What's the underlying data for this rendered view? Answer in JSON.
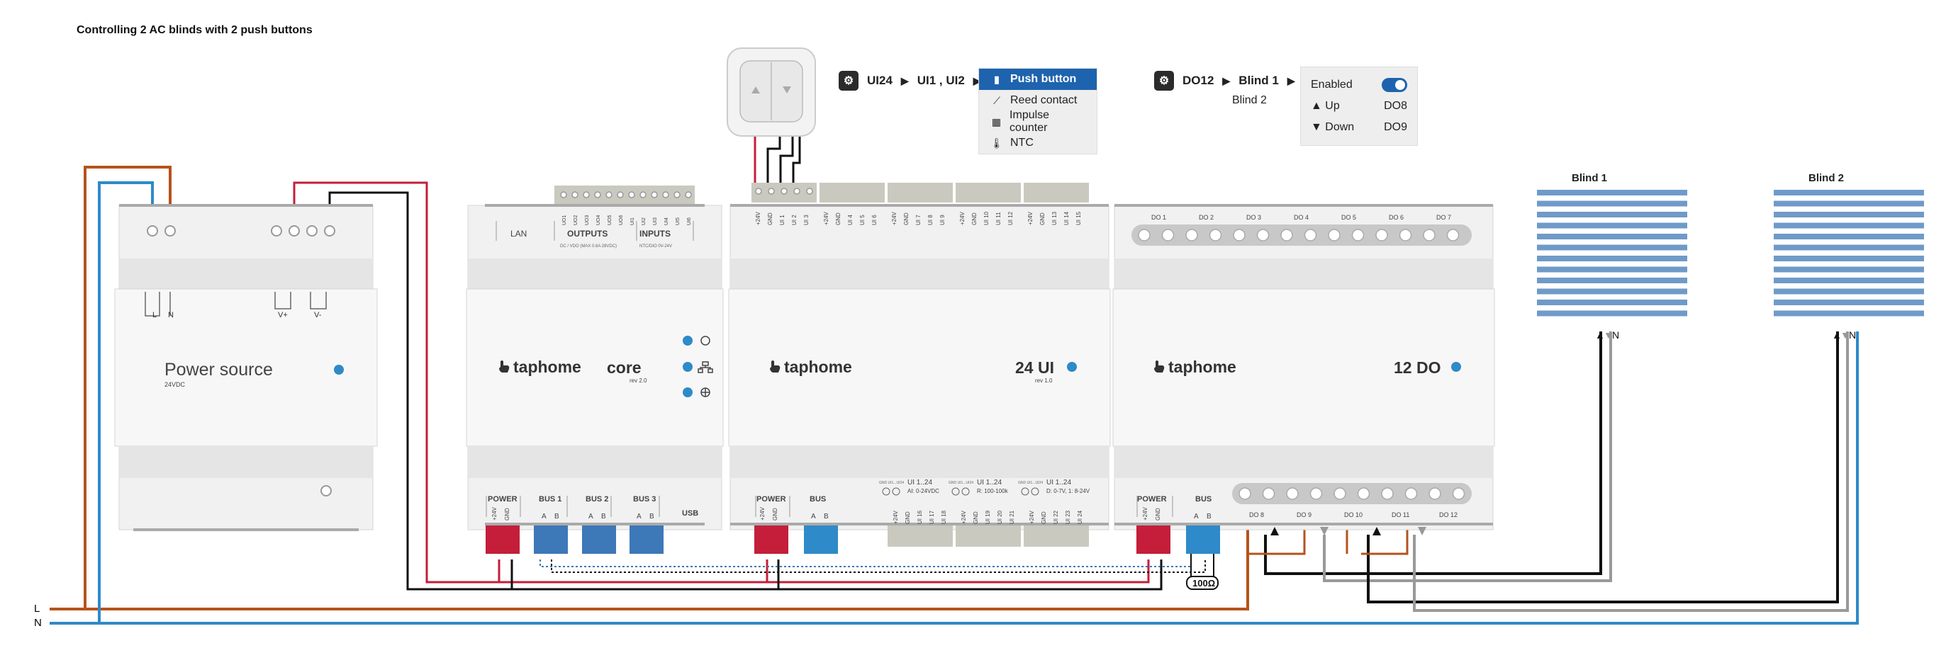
{
  "title": "Controlling 2 AC blinds with 2 push buttons",
  "power_source": {
    "name": "Power source",
    "sub": "24VDC",
    "terminals": [
      "L",
      "N",
      "V+",
      "V-"
    ]
  },
  "core": {
    "brand": "taphome",
    "model": "core",
    "rev": "rev 2.0",
    "top_labels": [
      "LAN",
      "OUTPUTS",
      "INPUTS"
    ],
    "top_sub": [
      "DC / VDO (MAX 0.6A 28VDC)",
      "NTC/DIO 0V-24V"
    ],
    "pins": [
      "UO1",
      "UO2",
      "UO3",
      "UO4",
      "UO5",
      "UO6",
      "UI1",
      "UI2",
      "UI3",
      "UI4",
      "UI5",
      "UI6"
    ],
    "bottom_labels": [
      "POWER",
      "BUS 1",
      "BUS 2",
      "BUS 3",
      "USB"
    ],
    "power_pins": [
      "+24V",
      "GND"
    ],
    "bus_pins": [
      "A",
      "B"
    ]
  },
  "ui24": {
    "brand": "taphome",
    "model": "24 UI",
    "rev": "rev 1.0",
    "top_groups": [
      [
        "+24V",
        "GND",
        "UI 1",
        "UI 2",
        "UI 3"
      ],
      [
        "+24V",
        "GND",
        "UI 4",
        "UI 5",
        "UI 6"
      ],
      [
        "+24V",
        "GND",
        "UI 7",
        "UI 8",
        "UI 9"
      ],
      [
        "+24V",
        "GND",
        "UI 10",
        "UI 11",
        "UI 12"
      ],
      [
        "+24V",
        "GND",
        "UI 13",
        "UI 14",
        "UI 15"
      ]
    ],
    "bottom_labels": [
      "POWER",
      "BUS"
    ],
    "bottom_groups": [
      [
        "+24V",
        "GND",
        "UI 16",
        "UI 17",
        "UI 18"
      ],
      [
        "+24V",
        "GND",
        "UI 19",
        "UI 20",
        "UI 21"
      ],
      [
        "+24V",
        "GND",
        "UI 22",
        "UI 23",
        "UI 24"
      ]
    ],
    "legend": [
      {
        "head": "UI 1..24",
        "text": "AI: 0-24VDC",
        "tag": "GND UI1...UI24"
      },
      {
        "head": "UI 1..24",
        "text": "R: 100-100k",
        "tag": "GND UI1...UI24"
      },
      {
        "head": "UI 1..24",
        "text": "D: 0-7V, 1: 8-24V",
        "tag": "GND UI1...UI24"
      }
    ]
  },
  "do12": {
    "brand": "taphome",
    "model": "12 DO",
    "top_labels": [
      "DO 1",
      "DO 2",
      "DO 3",
      "DO 4",
      "DO 5",
      "DO 6",
      "DO 7"
    ],
    "bottom_labels": [
      "DO 8",
      "DO 9",
      "DO 10",
      "DO 11",
      "DO 12"
    ],
    "power_label": "POWER",
    "bus_label": "BUS"
  },
  "resistor": "100Ω",
  "mains": [
    "L",
    "N"
  ],
  "blinds": [
    {
      "name": "Blind 1",
      "terminals": [
        "▲",
        "▼",
        "N"
      ]
    },
    {
      "name": "Blind 2",
      "terminals": [
        "▲",
        "▼",
        "N"
      ]
    }
  ],
  "config1": {
    "path": [
      "UI24",
      "UI1 , UI2"
    ],
    "options": [
      {
        "label": "Push button",
        "icon": "push-button-icon",
        "selected": true
      },
      {
        "label": "Reed contact",
        "icon": "reed-contact-icon",
        "selected": false
      },
      {
        "label": "Impulse counter",
        "icon": "impulse-counter-icon",
        "selected": false
      },
      {
        "label": "NTC",
        "icon": "thermometer-icon",
        "selected": false
      }
    ]
  },
  "config2": {
    "path": [
      "DO12",
      "Blind 1"
    ],
    "alt": "Blind 2",
    "enabled_label": "Enabled",
    "enabled": true,
    "rows": [
      {
        "label": "▲ Up",
        "value": "DO8"
      },
      {
        "label": "▼ Down",
        "value": "DO9"
      }
    ]
  },
  "colors": {
    "brown": "#b5531b",
    "blue": "#2e8ac8",
    "red": "#c41e3a",
    "bus_blue": "#3d78b8",
    "selected": "#1e63ae",
    "blind": "#6f9ac8"
  }
}
